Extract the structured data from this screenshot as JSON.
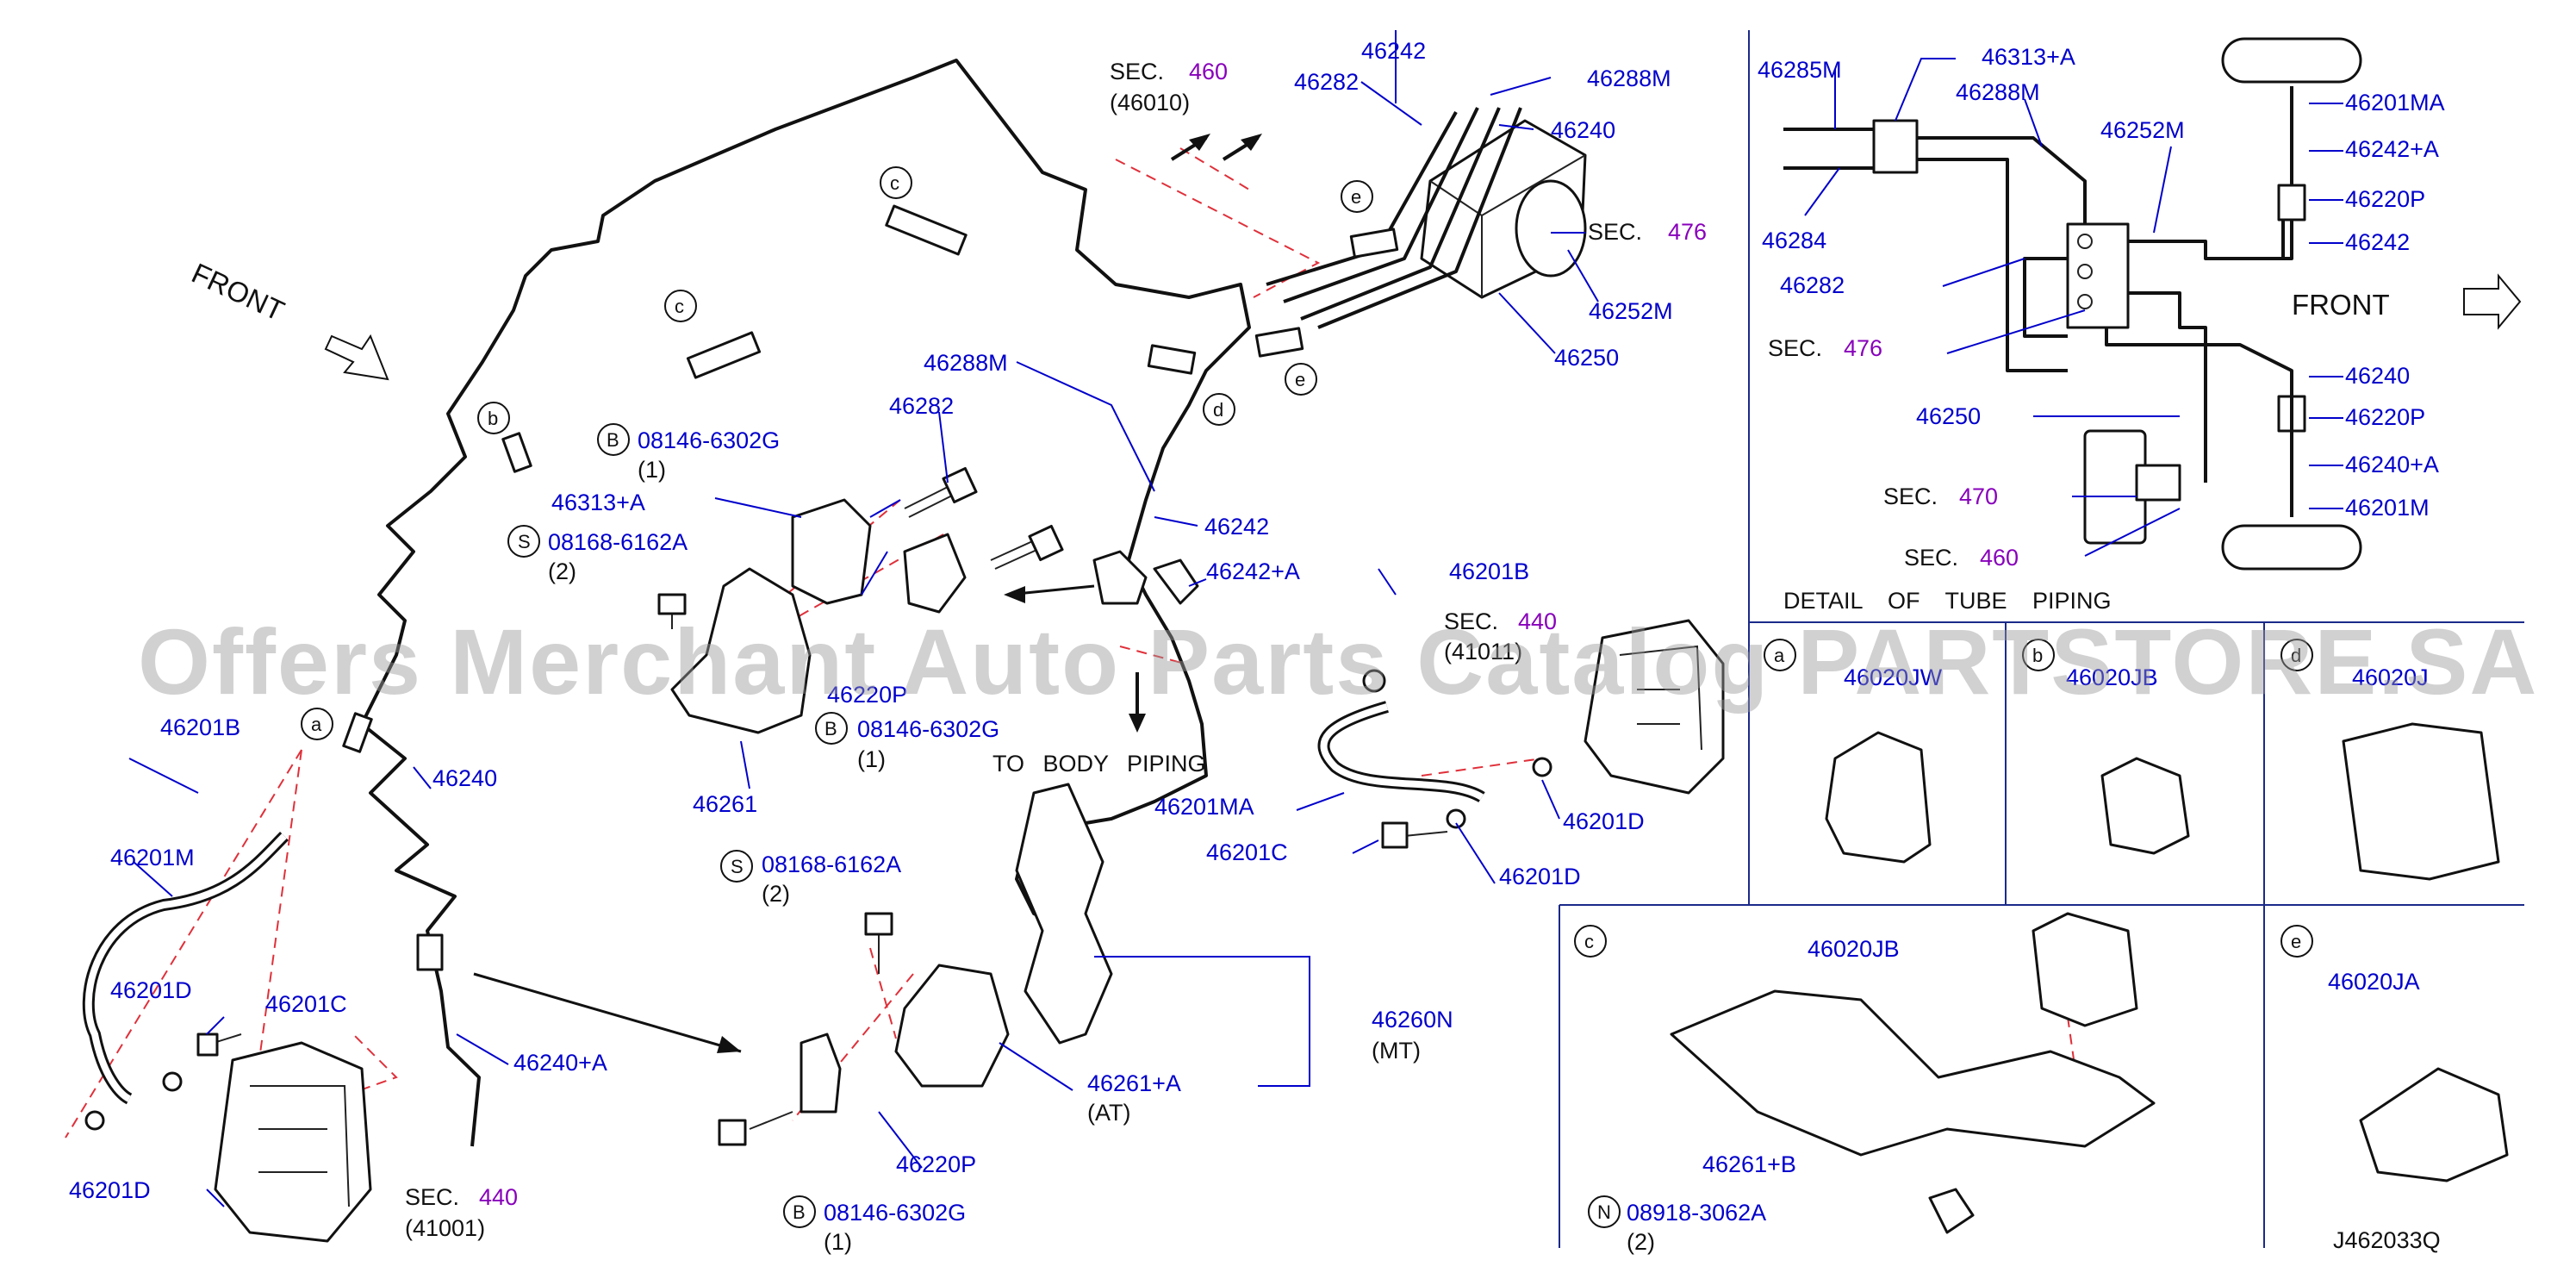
{
  "diagram_id": "J462033Q",
  "watermark": "Offers Merchant Auto Parts Catalog PARTSTORE.SA",
  "left_panel": {
    "front_label": "FRONT",
    "to_body_piping": "TO BODY PIPING",
    "sec_460": {
      "label": "SEC.",
      "number": "460",
      "ref": "(46010)"
    },
    "sec_440_right": {
      "label": "SEC.",
      "number": "440",
      "ref": "(41011)"
    },
    "sec_440_left": {
      "label": "SEC.",
      "number": "440",
      "ref": "(41001)"
    },
    "sec_476": {
      "label": "SEC.",
      "number": "476"
    },
    "clip_letters": [
      "a",
      "b",
      "c",
      "c",
      "d",
      "e",
      "e"
    ],
    "parts": {
      "p46242_top": "46242",
      "p46282_top": "46282",
      "p46288M_top": "46288M",
      "p46240_top": "46240",
      "p46252M": "46252M",
      "p46250": "46250",
      "p46288M_mid": "46288M",
      "p46282_mid": "46282",
      "p46242_mid": "46242",
      "p46242A": "46242+A",
      "p46313A": "46313+A",
      "p46220P_mid": "46220P",
      "p46261": "46261",
      "p46240_left": "46240",
      "p46240A_left": "46240+A",
      "p46201B_left": "46201B",
      "p46201M": "46201M",
      "p46201D_l1": "46201D",
      "p46201C_l": "46201C",
      "p46201D_l2": "46201D",
      "p46201B_right": "46201B",
      "p46201MA": "46201MA",
      "p46201C_r": "46201C",
      "p46201D_r1": "46201D",
      "p46201D_r2": "46201D",
      "p46220P_bot": "46220P",
      "p46261A": "46261+A",
      "p46261A_note": "(AT)",
      "p46260N": "46260N",
      "p46260N_note": "(MT)"
    },
    "fasteners": [
      {
        "symbol": "B",
        "part": "08146-6302G",
        "qty": "(1)"
      },
      {
        "symbol": "S",
        "part": "08168-6162A",
        "qty": "(2)"
      },
      {
        "symbol": "B",
        "part": "08146-6302G",
        "qty": "(1)"
      },
      {
        "symbol": "S",
        "part": "08168-6162A",
        "qty": "(2)"
      },
      {
        "symbol": "B",
        "part": "08146-6302G",
        "qty": "(1)"
      }
    ]
  },
  "schematic": {
    "front_label": "FRONT",
    "labels": {
      "s46285M": "46285M",
      "s46313A": "46313+A",
      "s46288M": "46288M",
      "s46252M": "46252M",
      "s46284": "46284",
      "s46282": "46282",
      "s46250": "46250",
      "s46201MA": "46201MA",
      "s46242A": "46242+A",
      "s46220P_1": "46220P",
      "s46242": "46242",
      "s46240": "46240",
      "s46220P_2": "46220P",
      "s46240A": "46240+A",
      "s46201M": "46201M"
    },
    "sec_476": {
      "label": "SEC.",
      "number": "476"
    },
    "sec_470": {
      "label": "SEC.",
      "number": "470"
    },
    "sec_460": {
      "label": "SEC.",
      "number": "460"
    }
  },
  "detail": {
    "title": "DETAIL OF TUBE PIPING",
    "cells": [
      {
        "letter": "a",
        "part": "46020JW"
      },
      {
        "letter": "b",
        "part": "46020JB"
      },
      {
        "letter": "d",
        "part": "46020J"
      },
      {
        "letter": "c",
        "part": "46020JB"
      },
      {
        "letter": "e",
        "part": "46020JA"
      }
    ],
    "bracket": "46261+B",
    "nut": {
      "symbol": "N",
      "part": "08918-3062A",
      "qty": "(2)"
    }
  }
}
